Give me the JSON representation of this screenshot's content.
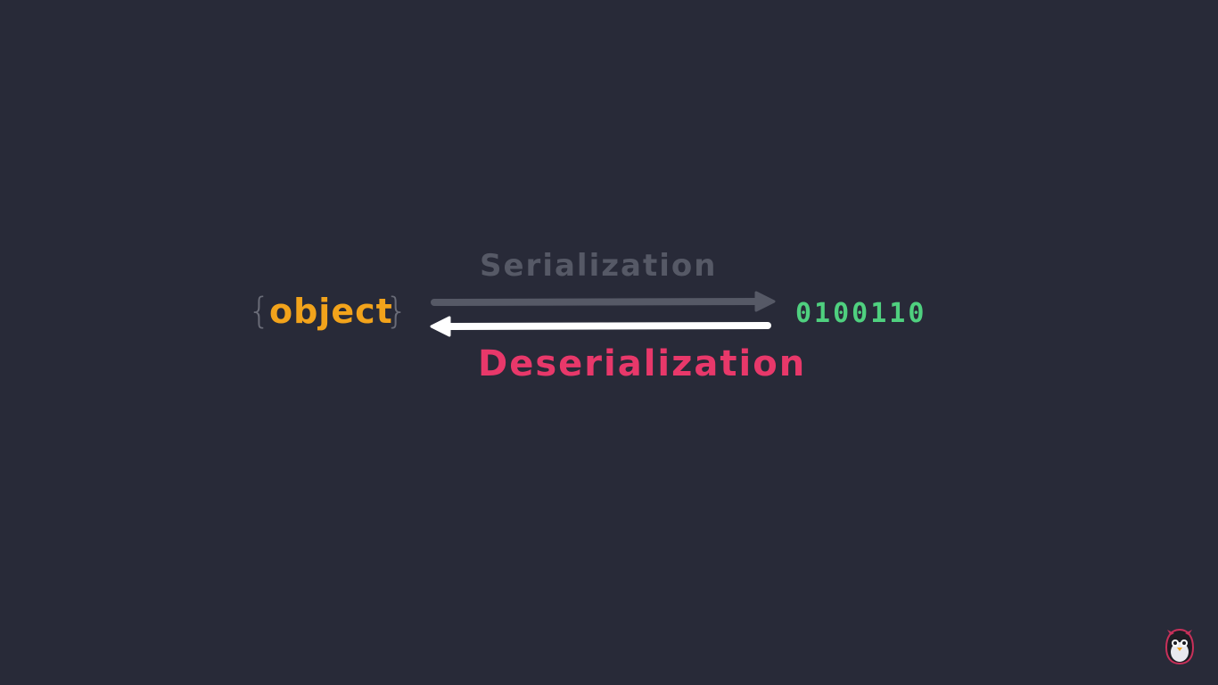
{
  "diagram": {
    "left_brace": "{",
    "object_label": "object",
    "right_brace": "}",
    "binary_label": "0100110",
    "serialization_label": "Serialization",
    "deserialization_label": "Deserialization"
  },
  "colors": {
    "background": "#282a38",
    "object": "#f2a31b",
    "binary": "#4fd07f",
    "serialization": "#565966",
    "deserialization": "#e8386a",
    "forward_arrow": "#565966",
    "backward_arrow": "#ffffff"
  },
  "icons": {
    "channel_watermark": "penguin-mascot-icon"
  }
}
